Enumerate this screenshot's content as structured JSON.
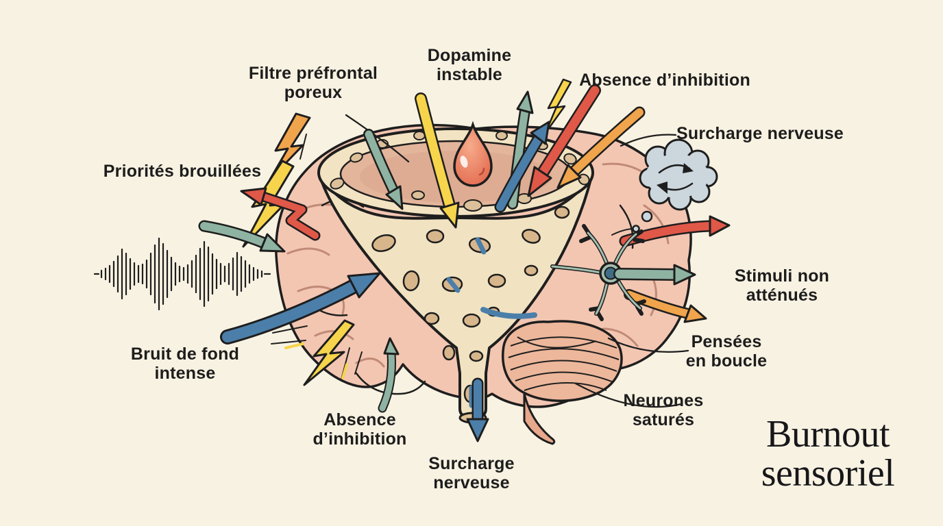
{
  "title": "Burnout\nsensoriel",
  "labels": {
    "filtre_prefrontal": "Filtre préfrontal\nporeux",
    "dopamine_instable": "Dopamine\ninstable",
    "absence_inhibition_top": "Absence d’inhibition",
    "surcharge_nerveuse_top": "Surcharge nerveuse",
    "priorites_brouillees": "Priorités brouillées",
    "bruit_de_fond": "Bruit de fond\nintense",
    "absence_inhibition_bottom": "Absence\nd’inhibition",
    "surcharge_nerveuse_bottom": "Surcharge\nnerveuse",
    "stimuli_non_attenues": "Stimuli non atténués",
    "pensees_en_boucle": "Pensées\nen boucle",
    "neurones_satures": "Neurones\nsaturés"
  },
  "icons": {
    "sound_wave": "audio-waveform",
    "thought_loop": "cloud-with-circular-arrows",
    "dopamine_drop": "droplet",
    "lightning": "zigzag-bolt",
    "neuron": "nerve-cell",
    "funnel": "porous-funnel-in-brain"
  },
  "colors": {
    "background": "#f8f2e2",
    "ink": "#1e1e1e",
    "brain": "#f3c6b2",
    "brain_fold": "#c08a77",
    "funnel": "#f1e2c1",
    "funnel_hole": "#d8b68c",
    "funnel_mouth": "#e3b59b",
    "teal": "#8fb3a2",
    "blue": "#4b7fa9",
    "yellow": "#f6d44c",
    "orange": "#f0a44c",
    "red": "#e05848",
    "cloud": "#ccd6dd",
    "neuron_body": "#a3bfae",
    "neuron_nucleus": "#3f6d88",
    "cerebellum": "#ecb79b",
    "droplet": "#e8765a"
  }
}
